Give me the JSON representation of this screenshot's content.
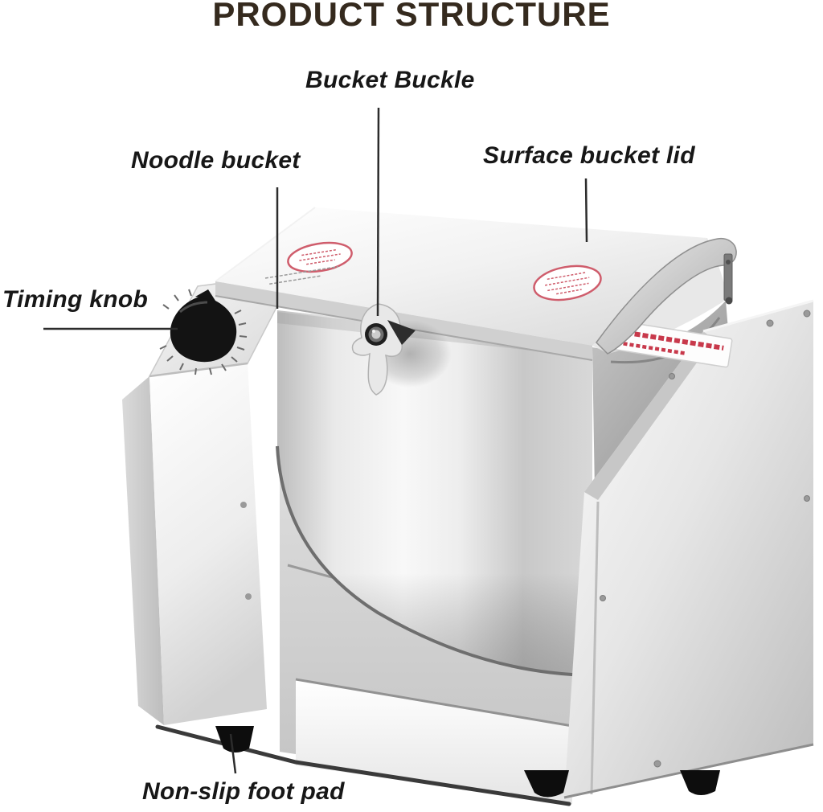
{
  "title": "PRODUCT STRUCTURE",
  "labels": {
    "bucket_buckle": "Bucket Buckle",
    "noodle_bucket": "Noodle bucket",
    "surface_bucket_lid": "Surface bucket lid",
    "timing_knob": "Timing knob",
    "non_slip_foot_pad": "Non-slip foot pad"
  },
  "colors": {
    "title_text": "#352a1e",
    "label_text": "#171717",
    "leader_line": "#2c2c2c",
    "machine_highlight": "#f8f8f8",
    "machine_mid": "#d9d9d9",
    "machine_shadow": "#939393",
    "knob_and_feet": "#111111",
    "sticker_red": "#cf5d6c"
  },
  "illustration": {
    "subject": "commercial dough mixer / noodle kneading machine, stainless steel",
    "callouts": [
      "bucket-buckle",
      "noodle-bucket",
      "surface-bucket-lid",
      "timing-knob",
      "non-slip-foot-pad"
    ]
  }
}
